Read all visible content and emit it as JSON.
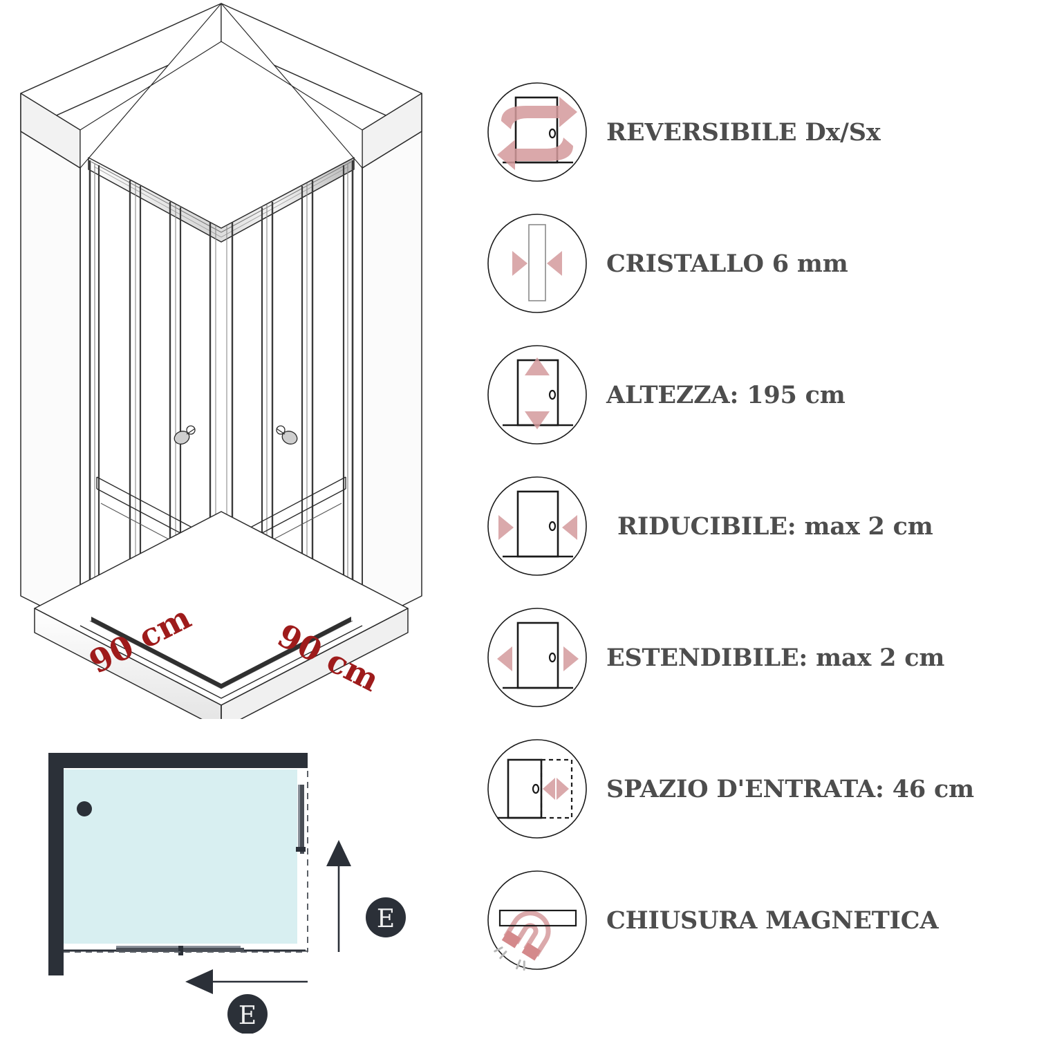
{
  "product": {
    "type": "corner-entry-sliding-shower-enclosure",
    "dimension_labels": [
      {
        "text": "90 cm",
        "side": "left"
      },
      {
        "text": "90 cm",
        "side": "right"
      }
    ]
  },
  "colors": {
    "accent_pink": "#d49a9c",
    "accent_pink_soft": "#dba9ab",
    "dimension_red": "#9e1b1b",
    "text_gray": "#4d4d4d",
    "line_dark": "#2b3038",
    "glass_fill": "#d8eff1",
    "circle_stroke": "#1a1a1a"
  },
  "features": [
    {
      "id": "reversibile",
      "icon": "reversible-door-icon",
      "label": "REVERSIBILE Dx/Sx"
    },
    {
      "id": "cristallo",
      "icon": "glass-thickness-icon",
      "label": "CRISTALLO 6 mm"
    },
    {
      "id": "altezza",
      "icon": "door-height-icon",
      "label": "ALTEZZA: 195 cm"
    },
    {
      "id": "riducibile",
      "icon": "door-reduce-icon",
      "label": "RIDUCIBILE: max 2 cm"
    },
    {
      "id": "estendibile",
      "icon": "door-extend-icon",
      "label": "ESTENDIBILE: max 2 cm"
    },
    {
      "id": "spazio-entrata",
      "icon": "entry-space-icon",
      "label": "SPAZIO D'ENTRATA: 46 cm"
    },
    {
      "id": "chiusura-magnetica",
      "icon": "magnet-icon",
      "label": "CHIUSURA MAGNETICA"
    }
  ],
  "floorplan": {
    "entry_badges": [
      {
        "id": "entry-badge-vertical",
        "letter": "E"
      },
      {
        "id": "entry-badge-horizontal",
        "letter": "E"
      }
    ]
  }
}
